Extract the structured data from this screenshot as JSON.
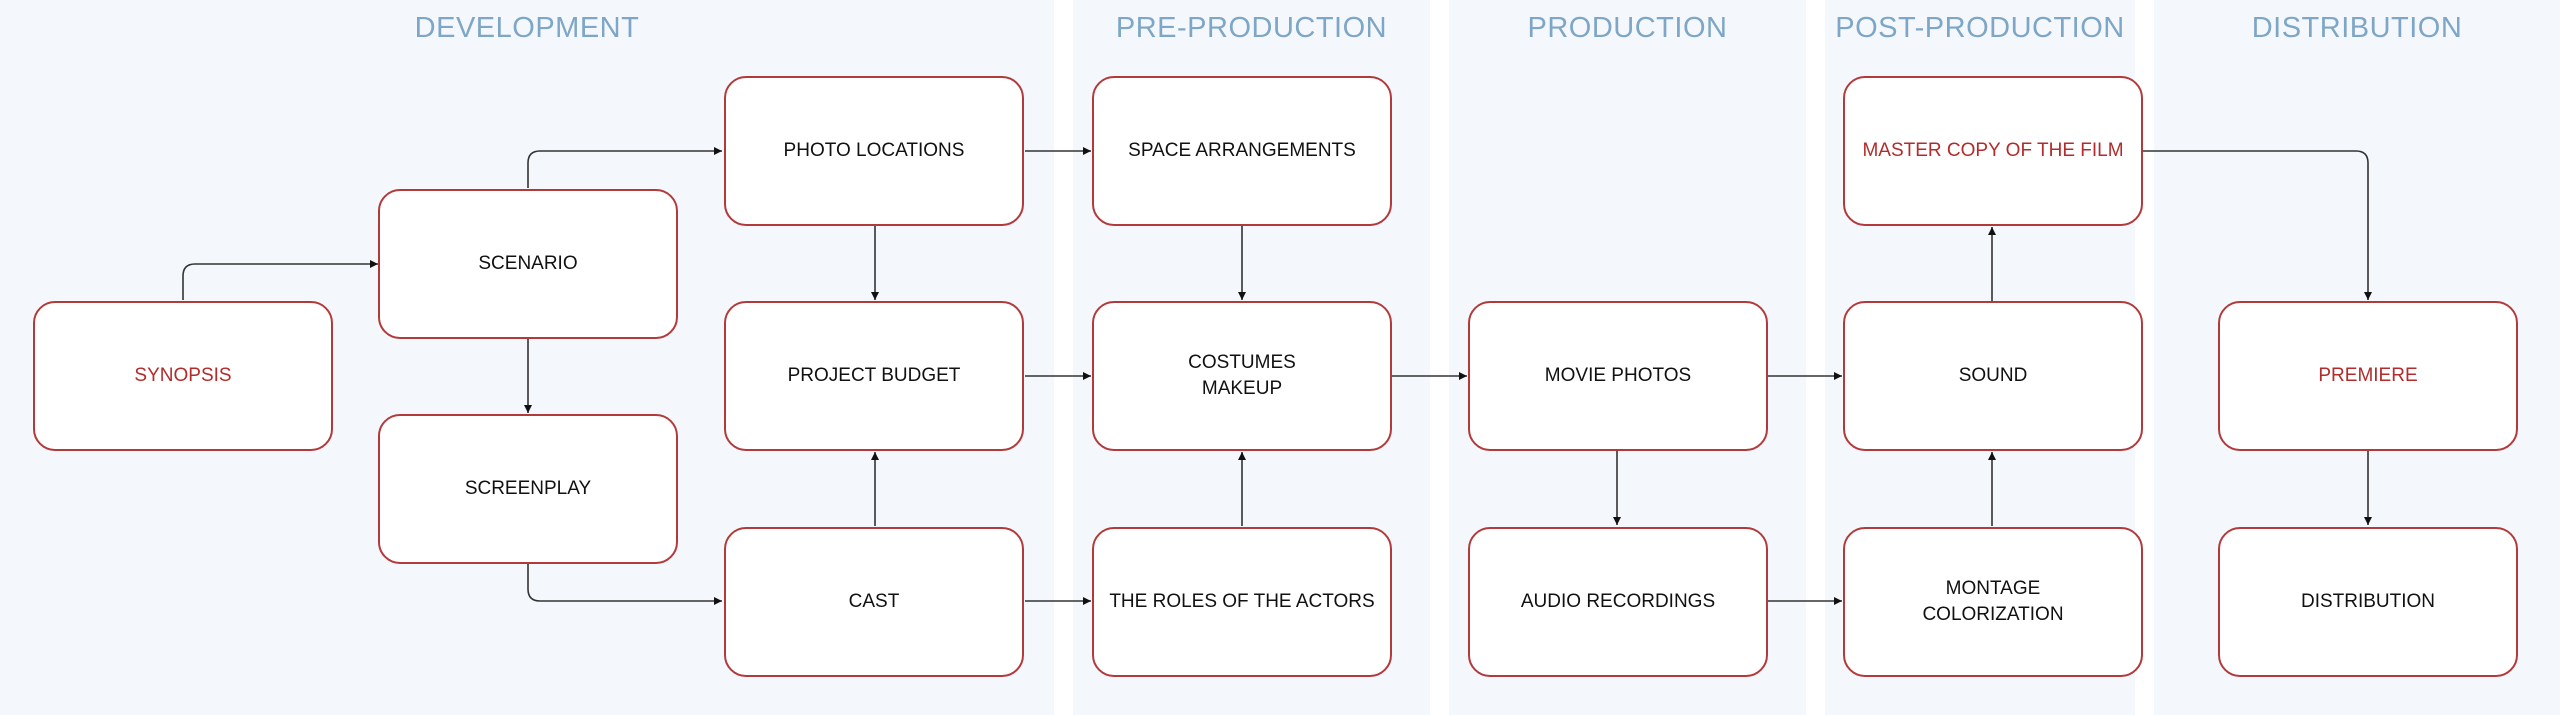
{
  "colors": {
    "lane_background": "#f4f8fc",
    "lane_title": "#7ea6c6",
    "node_border": "#b33a3a",
    "highlight_text": "#b32b2b",
    "connector": "#333333"
  },
  "lanes": [
    {
      "id": "development",
      "title": "DEVELOPMENT"
    },
    {
      "id": "pre-production",
      "title": "PRE-PRODUCTION"
    },
    {
      "id": "production",
      "title": "PRODUCTION"
    },
    {
      "id": "post-production",
      "title": "POST-PRODUCTION"
    },
    {
      "id": "distribution",
      "title": "DISTRIBUTION"
    }
  ],
  "nodes": {
    "synopsis": "SYNOPSIS",
    "scenario": "SCENARIO",
    "screenplay": "SCREENPLAY",
    "photo_locations": "PHOTO LOCATIONS",
    "project_budget": "PROJECT BUDGET",
    "cast": "CAST",
    "space_arrangements": "SPACE ARRANGEMENTS",
    "costumes_makeup": "COSTUMES\nMAKEUP",
    "roles_of_actors": "THE ROLES OF THE ACTORS",
    "movie_photos": "MOVIE PHOTOS",
    "audio_recordings": "AUDIO RECORDINGS",
    "master_copy": "MASTER COPY OF THE FILM",
    "sound": "SOUND",
    "montage_colorization": "MONTAGE\nCOLORIZATION",
    "premiere": "PREMIERE",
    "distribution": "DISTRIBUTION"
  },
  "edges": [
    [
      "synopsis",
      "scenario"
    ],
    [
      "scenario",
      "photo_locations"
    ],
    [
      "scenario",
      "screenplay"
    ],
    [
      "screenplay",
      "cast"
    ],
    [
      "photo_locations",
      "project_budget"
    ],
    [
      "cast",
      "project_budget"
    ],
    [
      "photo_locations",
      "space_arrangements"
    ],
    [
      "project_budget",
      "costumes_makeup"
    ],
    [
      "cast",
      "roles_of_actors"
    ],
    [
      "space_arrangements",
      "costumes_makeup"
    ],
    [
      "roles_of_actors",
      "costumes_makeup"
    ],
    [
      "costumes_makeup",
      "movie_photos"
    ],
    [
      "movie_photos",
      "audio_recordings"
    ],
    [
      "movie_photos",
      "sound"
    ],
    [
      "audio_recordings",
      "montage_colorization"
    ],
    [
      "montage_colorization",
      "sound"
    ],
    [
      "sound",
      "master_copy"
    ],
    [
      "master_copy",
      "premiere"
    ],
    [
      "premiere",
      "distribution"
    ]
  ]
}
